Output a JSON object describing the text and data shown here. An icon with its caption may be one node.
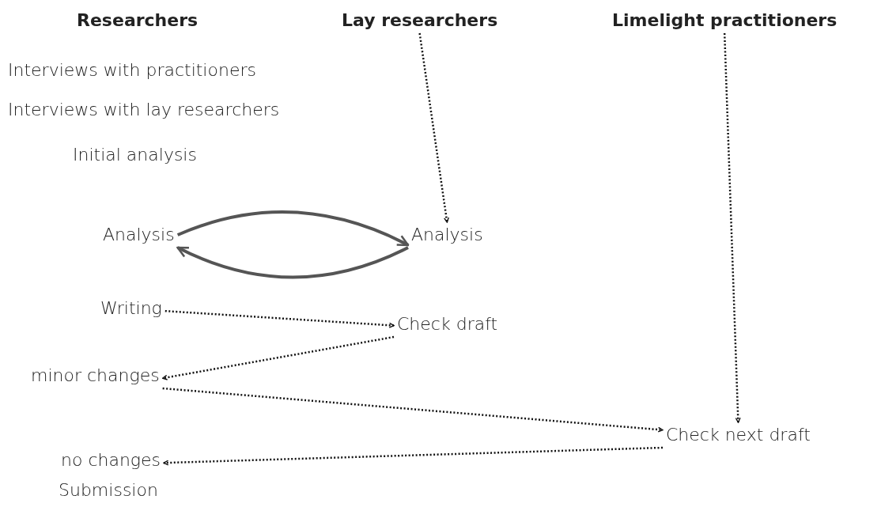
{
  "diagram": {
    "nodes": [
      {
        "text": [
          "Researchers"
        ]
      },
      {
        "text": [
          "Lay researchers"
        ]
      },
      {
        "text": [
          "Limelight practitioners"
        ]
      },
      {
        "text": [
          "Interviews with practitioners"
        ]
      },
      {
        "text": [
          "Interviews with lay researchers"
        ]
      },
      {
        "text": [
          "Initial analysis"
        ]
      },
      {
        "text": [
          "Analysis"
        ]
      },
      {
        "text": [
          "Analysis"
        ]
      },
      {
        "text": [
          "Writing"
        ]
      },
      {
        "text": [
          "Check draft"
        ]
      },
      {
        "text": [
          "minor changes"
        ]
      },
      {
        "text": [
          "Check next draft"
        ]
      },
      {
        "text": [
          "no changes"
        ]
      },
      {
        "text": [
          "Submission"
        ]
      }
    ],
    "edges": [
      {
        "from": 1,
        "to": 7,
        "arrow": "to",
        "style": "dashed"
      },
      {
        "from": 2,
        "to": 11,
        "arrow": "to",
        "style": "dashed"
      },
      {
        "from": 6,
        "to": 7,
        "arrow": "to",
        "color": "#555555"
      },
      {
        "from": 7,
        "to": 6,
        "arrow": "to",
        "color": "#555555"
      },
      {
        "from": 8,
        "to": 9,
        "arrow": "to",
        "style": "dashed"
      },
      {
        "from": 9,
        "to": 10,
        "arrow": "to",
        "style": "dashed"
      },
      {
        "from": 10,
        "to": 11,
        "arrow": "to",
        "style": "dashed"
      },
      {
        "from": 11,
        "to": 12,
        "arrow": "to",
        "style": "dashed"
      }
    ]
  }
}
